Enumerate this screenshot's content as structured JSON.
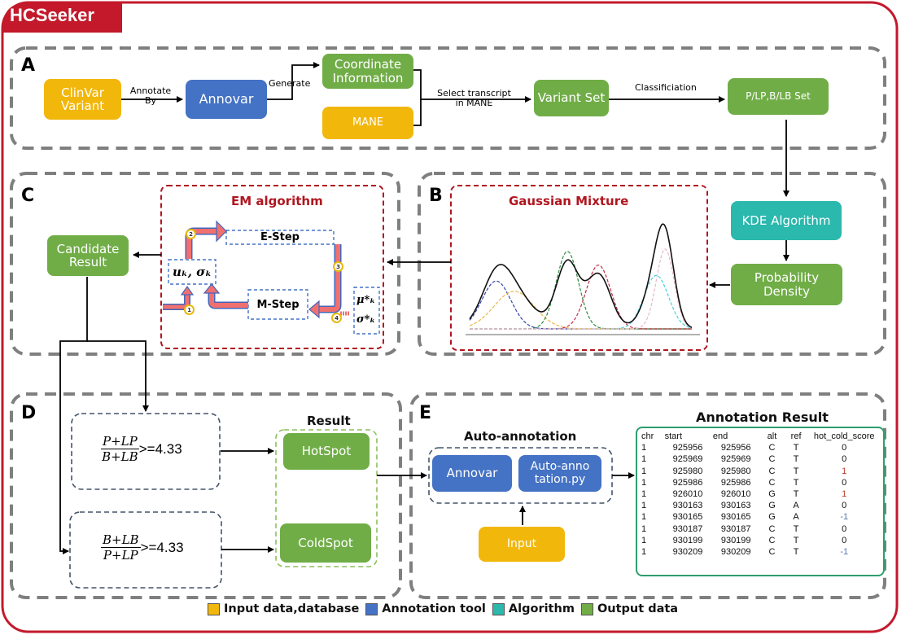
{
  "app": {
    "title": "HCSeeker"
  },
  "colors": {
    "frame_red": "#c3192b",
    "input_yellow": "#f2b70b",
    "tool_blue": "#4472c4",
    "algorithm_teal": "#2bb8ad",
    "output_green": "#70ad47",
    "section_dash_gray": "#7f7f7f",
    "em_dash_red": "#b01620"
  },
  "section_a": {
    "label": "A",
    "nodes": {
      "clinvar": "ClinVar Variant",
      "annovar": "Annovar",
      "coordinate": "Coordinate Information",
      "mane": "MANE",
      "variant_set": "Variant Set",
      "plpblb_set": "P/LP,B/LB Set"
    },
    "edges": {
      "annotate_by_l1": "Annotate",
      "annotate_by_l2": "By",
      "generate": "Generate",
      "select_l1": "Select transcript",
      "select_l2": "in MANE",
      "classification": "Classificiation"
    }
  },
  "section_b": {
    "label": "B",
    "gaussian_title": "Gaussian Mixture",
    "kde": "KDE Algorithm",
    "probability_density": "Probability Density"
  },
  "section_c": {
    "label": "C",
    "em_title": "EM algorithm",
    "candidate_result": "Candidate Result",
    "e_step": "E-Step",
    "m_step": "M-Step",
    "params_init": "uₖ, σₖ",
    "params_mu": "μ*ₖ",
    "params_sigma": "σ*ₖ",
    "steps": [
      "1",
      "2",
      "3",
      "4"
    ]
  },
  "section_d": {
    "label": "D",
    "result_title": "Result",
    "hot_rule": {
      "num": "P+LP",
      "den": "B+LB",
      "cmp": ">=4.33"
    },
    "cold_rule": {
      "num": "B+LB",
      "den": "P+LP",
      "cmp": ">=4.33"
    },
    "hotspot": "HotSpot",
    "coldspot": "ColdSpot"
  },
  "section_e": {
    "label": "E",
    "auto_title": "Auto-annotation",
    "annovar": "Annovar",
    "auto_py_l1": "Auto-anno",
    "auto_py_l2": "tation.py",
    "input": "Input",
    "result_title": "Annotation Result",
    "table": {
      "headers": [
        "chr",
        "start",
        "end",
        "alt",
        "ref",
        "hot_cold_score"
      ],
      "rows": [
        [
          "1",
          "925956",
          "925956",
          "C",
          "T",
          "0"
        ],
        [
          "1",
          "925969",
          "925969",
          "C",
          "T",
          "0"
        ],
        [
          "1",
          "925980",
          "925980",
          "C",
          "T",
          "1"
        ],
        [
          "1",
          "925986",
          "925986",
          "C",
          "T",
          "0"
        ],
        [
          "1",
          "926010",
          "926010",
          "G",
          "T",
          "1"
        ],
        [
          "1",
          "930163",
          "930163",
          "G",
          "A",
          "0"
        ],
        [
          "1",
          "930165",
          "930165",
          "G",
          "A",
          "-1"
        ],
        [
          "1",
          "930187",
          "930187",
          "C",
          "T",
          "0"
        ],
        [
          "1",
          "930199",
          "930199",
          "C",
          "T",
          "0"
        ],
        [
          "1",
          "930209",
          "930209",
          "C",
          "T",
          "-1"
        ]
      ]
    }
  },
  "legend": [
    {
      "label": "Input data,database",
      "color": "#f2b70b"
    },
    {
      "label": "Annotation tool",
      "color": "#4472c4"
    },
    {
      "label": "Algorithm",
      "color": "#2bb8ad"
    },
    {
      "label": "Output data",
      "color": "#70ad47"
    }
  ]
}
